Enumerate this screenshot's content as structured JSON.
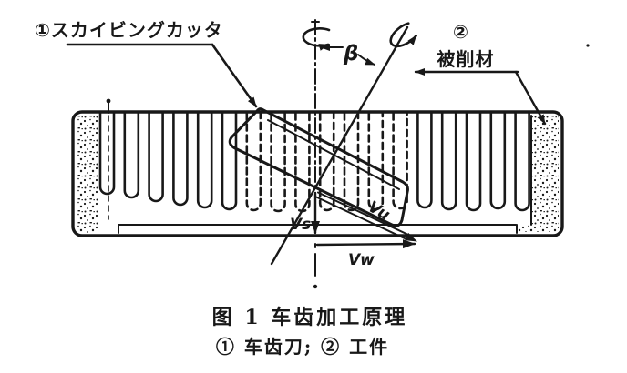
{
  "colors": {
    "ink": "#181818",
    "paper": "#ffffff"
  },
  "figure": {
    "labels": {
      "callout1": "①スカイビングカッタ",
      "callout2_number": "②",
      "callout2_text": "被削材",
      "angle_beta": "β",
      "vector_vs": "Vs",
      "vector_vu": "Vu",
      "vector_vw": "Vw"
    },
    "caption": {
      "line1": "图 1  车齿加工原理",
      "line2": "① 车齿刀; ② 工件"
    }
  }
}
